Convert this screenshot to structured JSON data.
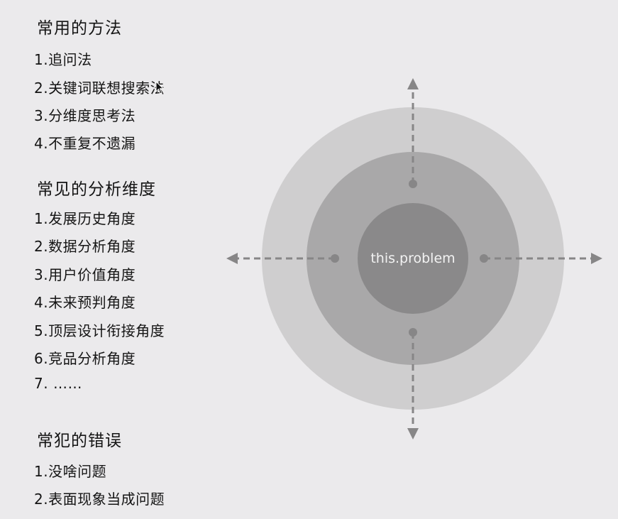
{
  "sections": [
    {
      "heading": "常用的方法",
      "items": [
        "1.追问法",
        "2.关键词联想搜索法",
        "3.分维度思考法",
        "4.不重复不遗漏"
      ]
    },
    {
      "heading": "常见的分析维度",
      "items": [
        "1.发展历史角度",
        "2.数据分析角度",
        "3.用户价值角度",
        "4.未来预判角度",
        "5.顶层设计衔接角度",
        "6.竞品分析角度",
        "7. ……"
      ]
    },
    {
      "heading": "常犯的错误",
      "items": [
        "1.没啥问题",
        "2.表面现象当成问题"
      ]
    }
  ],
  "diagram": {
    "center_label": "this.problem",
    "colors": {
      "outer": "#cfcecf",
      "middle": "#a9a8a9",
      "inner": "#8a898a",
      "arrow": "#878687",
      "label": "#f2f2f2"
    }
  }
}
